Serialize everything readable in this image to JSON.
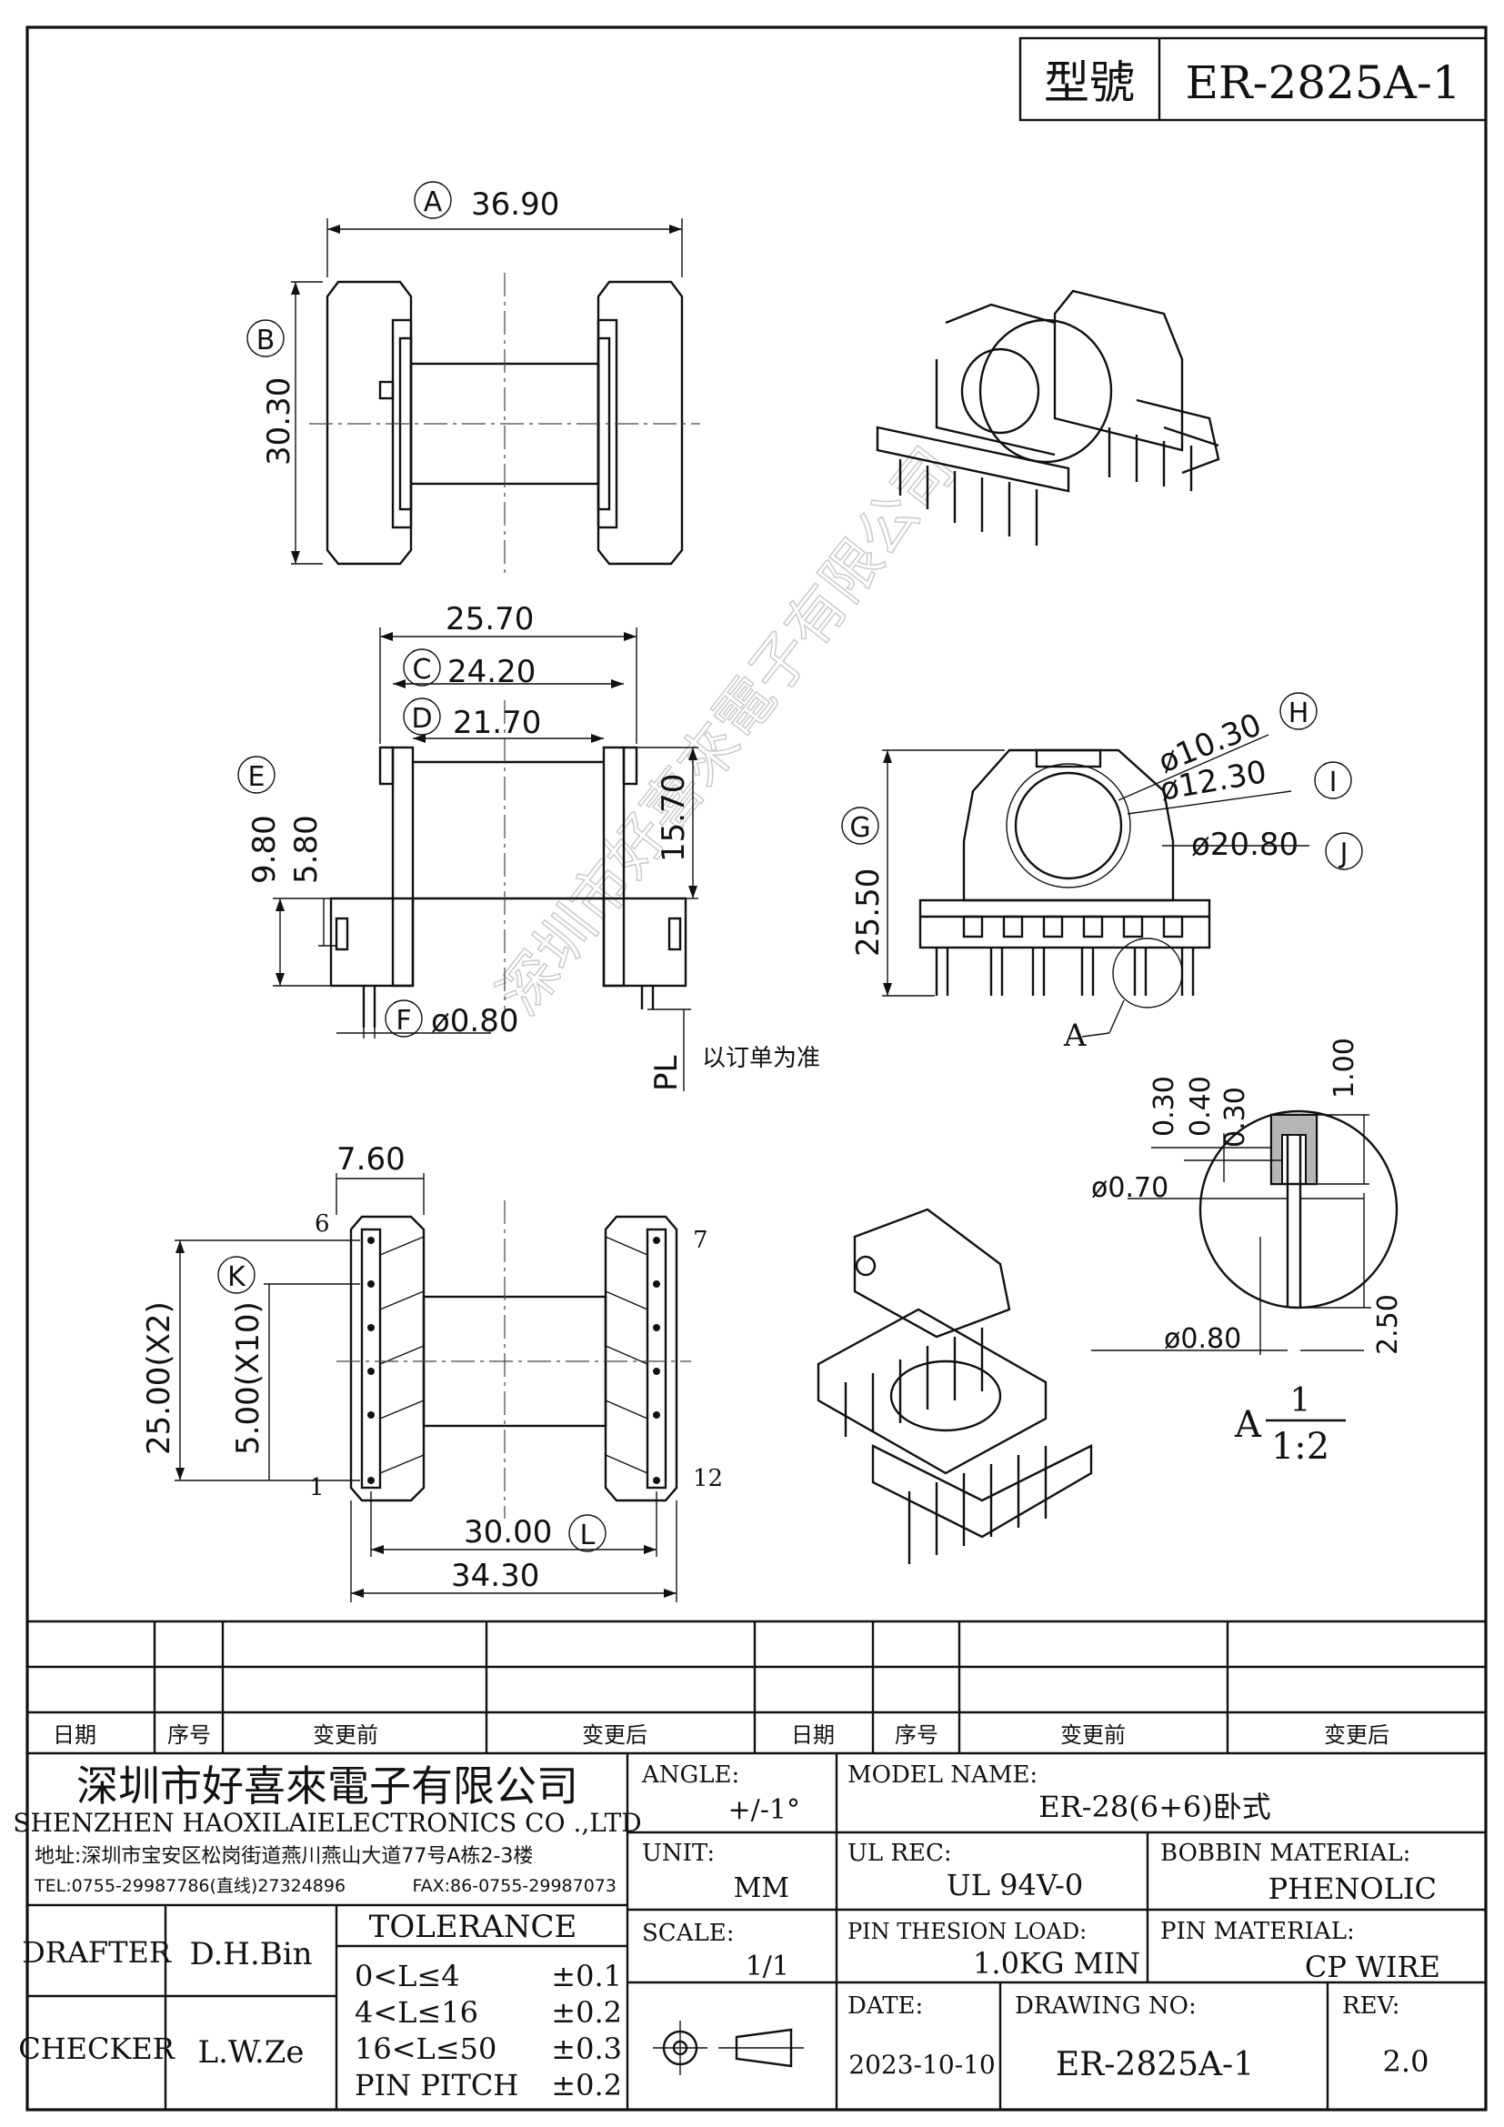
{
  "title_box": {
    "label": "型號",
    "value": "ER-2825A-1"
  },
  "watermark": "深圳市好喜來電子有限公司",
  "dims": {
    "A_val": "36.90",
    "B_val": "30.30",
    "w257": "25.70",
    "C_val": "24.20",
    "D_val": "21.70",
    "E_a": "9.80",
    "E_b": "5.80",
    "h157": "15.70",
    "F_val": "ø0.80",
    "pl": "PL",
    "pl_note": "以订单为准",
    "G_val": "25.50",
    "H_val": "ø10.30",
    "I_val": "ø12.30",
    "J_val": "ø20.80",
    "A_mark": "A",
    "d_a030": "0.30",
    "d_a040": "0.40",
    "d_a030b": "0.30",
    "d_a100": "1.00",
    "d_a070": "ø0.70",
    "d_a080": "ø0.80",
    "d_a250": "2.50",
    "detail_label": "A",
    "detail_num": "1",
    "detail_scale": "1:2",
    "w760": "7.60",
    "K_a": "25.00(X2)",
    "K_b": "5.00(X10)",
    "L_val": "30.00",
    "w3430": "34.30",
    "pin6": "6",
    "pin7": "7",
    "pin1": "1",
    "pin12": "12"
  },
  "circle_letters": {
    "A": "A",
    "B": "B",
    "C": "C",
    "D": "D",
    "E": "E",
    "F": "F",
    "G": "G",
    "H": "H",
    "I": "I",
    "J": "J",
    "K": "K",
    "L": "L"
  },
  "revision_table": {
    "headers": [
      "日期",
      "序号",
      "变更前",
      "变更后",
      "日期",
      "序号",
      "变更前",
      "变更后"
    ]
  },
  "company": {
    "name_cn": "深圳市好喜來電子有限公司",
    "name_en": "SHENZHEN HAOXILAIELECTRONICS CO .,LTD",
    "address": "地址:深圳市宝安区松岗街道燕川燕山大道77号A栋2-3楼",
    "tel": "TEL:0755-29987786(直线)27324896",
    "fax": "FAX:86-0755-29987073"
  },
  "fields": {
    "angle_label": "ANGLE:",
    "angle_value": "+/-1°",
    "unit_label": "UNIT:",
    "unit_value": "MM",
    "scale_label": "SCALE:",
    "scale_value": "1/1",
    "model_label": "MODEL NAME:",
    "model_value": "ER-28(6+6)卧式",
    "ulrec_label": "UL REC:",
    "ulrec_value": "UL 94V-0",
    "bobbin_label": "BOBBIN MATERIAL:",
    "bobbin_value": "PHENOLIC",
    "load_label": "PIN THESION LOAD:",
    "load_value": "1.0KG MIN",
    "pinmat_label": "PIN MATERIAL:",
    "pinmat_value": "CP  WIRE",
    "date_label": "DATE:",
    "date_value": "2023-10-10",
    "drawno_label": "DRAWING NO:",
    "drawno_value": "ER-2825A-1",
    "rev_label": "REV:",
    "rev_value": "2.0"
  },
  "people": {
    "drafter_label": "DRAFTER",
    "drafter_value": "D.H.Bin",
    "checker_label": "CHECKER",
    "checker_value": "L.W.Ze"
  },
  "tolerance": {
    "title": "TOLERANCE",
    "rows": [
      {
        "range": "0<L≤4",
        "tol": "±0.1"
      },
      {
        "range": "4<L≤16",
        "tol": "±0.2"
      },
      {
        "range": "16<L≤50",
        "tol": "±0.3"
      },
      {
        "range": "PIN PITCH",
        "tol": "±0.2"
      }
    ]
  }
}
